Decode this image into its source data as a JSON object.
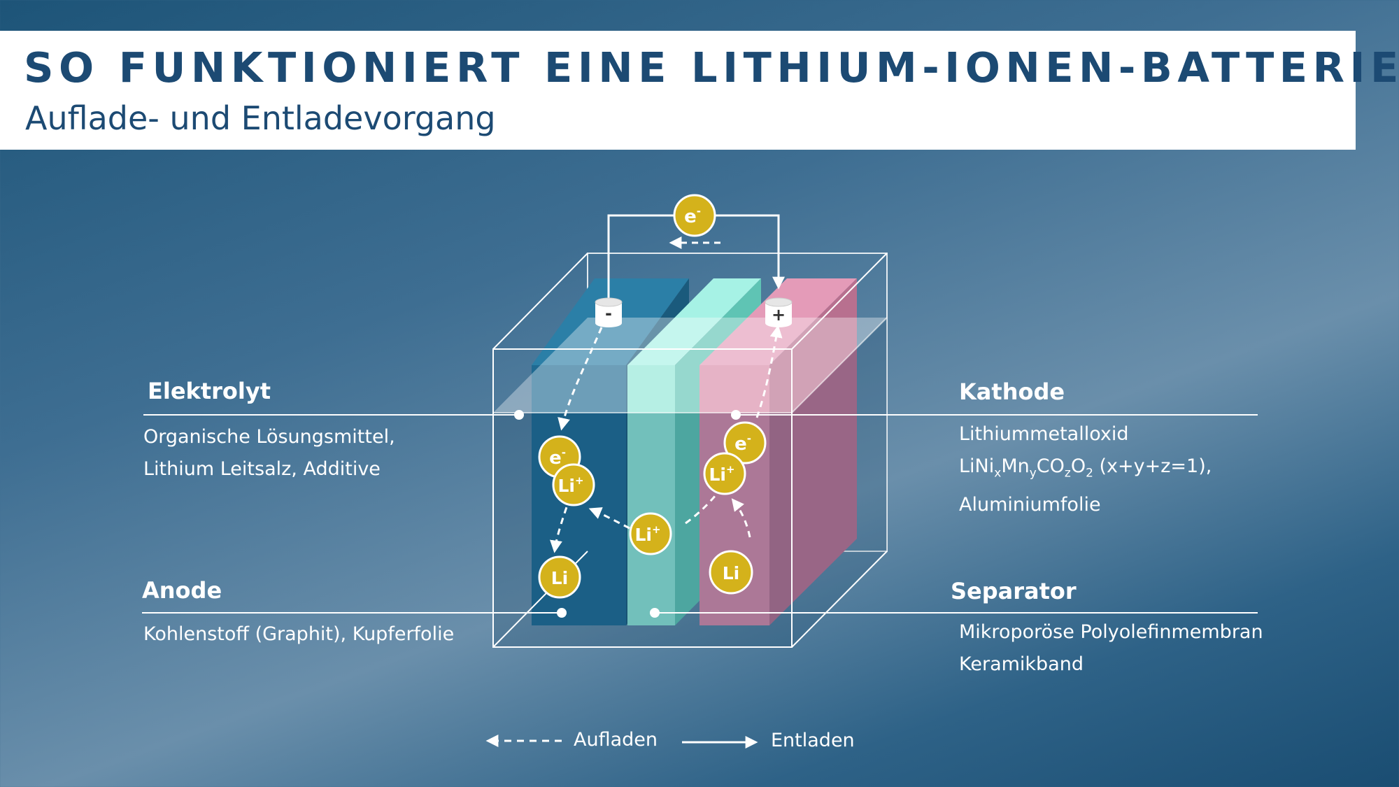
{
  "header": {
    "title": "SO FUNKTIONIERT EINE LITHIUM-IONEN-BATTERIE",
    "subtitle": "Auflade- und Entladevorgang"
  },
  "labels": {
    "elektrolyt": {
      "title": "Elektrolyt",
      "lines": [
        "Organische Lösungsmittel,",
        "Lithium Leitsalz, Additive"
      ]
    },
    "anode": {
      "title": "Anode",
      "lines": [
        "Kohlenstoff (Graphit), Kupferfolie"
      ]
    },
    "kathode": {
      "title": "Kathode",
      "lines": [
        "Lithiummetalloxid",
        "Aluminiumfolie"
      ],
      "formula": {
        "parts": [
          "LiNi",
          "x",
          "Mn",
          "y",
          "CO",
          "z",
          "O",
          "2",
          " (x+y+z=1),"
        ]
      }
    },
    "separator": {
      "title": "Separator",
      "lines": [
        "Mikroporöse Polyolefinmembran",
        "Keramikband"
      ]
    }
  },
  "ions": {
    "electron": "e",
    "electron_sup": "-",
    "lithium_ion": "Li",
    "lithium_ion_sup": "+",
    "lithium": "Li"
  },
  "terminals": {
    "negative": "-",
    "positive": "+"
  },
  "legend": {
    "charging": "Aufladen",
    "discharging": "Entladen"
  },
  "colors": {
    "title": "#1c4a73",
    "anode": "#1f6a92",
    "separator": "#8fe6d6",
    "cathode": "#d98aa8",
    "ion_fill": "#d4b21b",
    "line": "#ffffff"
  }
}
